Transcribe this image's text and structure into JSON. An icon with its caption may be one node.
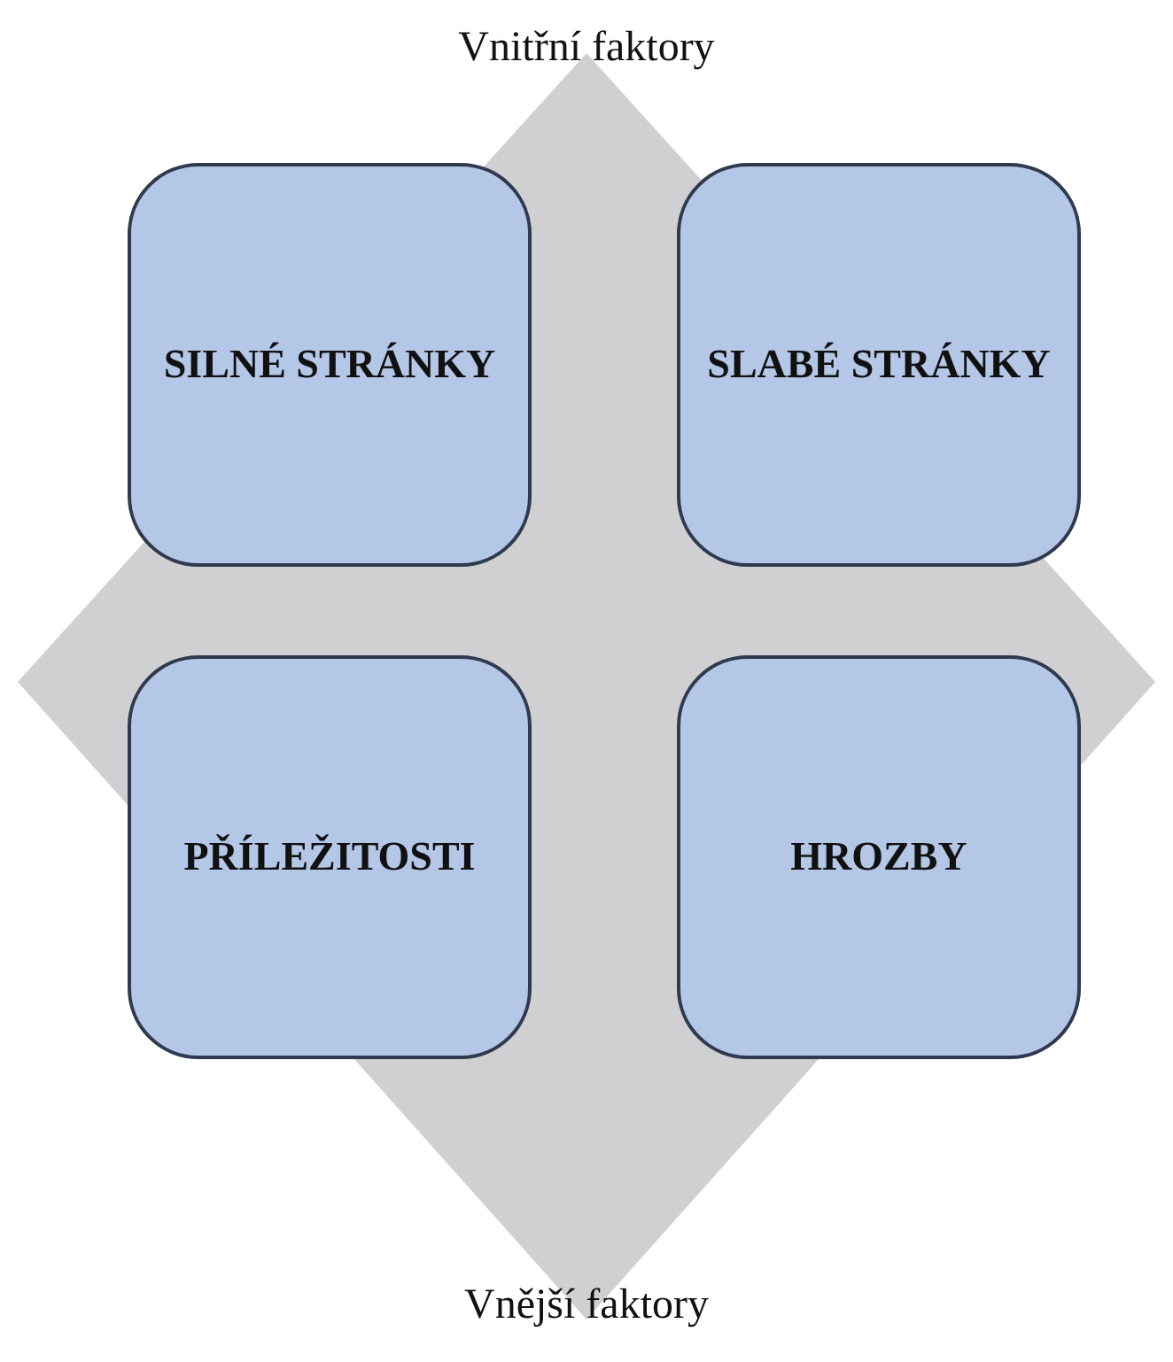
{
  "diagram": {
    "nodes": [
      {
        "text": [
          "SILNÉ STRÁNKY"
        ]
      },
      {
        "text": [
          "SLABÉ STRÁNKY"
        ]
      },
      {
        "text": [
          "PŘÍLEŽITOSTI"
        ]
      },
      {
        "text": [
          "HROZBY"
        ]
      }
    ],
    "labels": [
      "Vnitřní faktory",
      "Vnější faktory"
    ]
  }
}
